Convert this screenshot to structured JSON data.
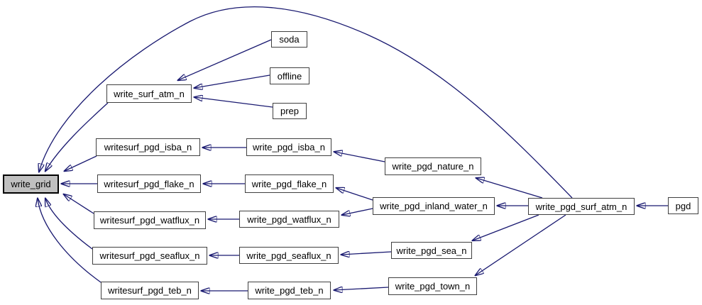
{
  "diagram": {
    "kind": "caller-graph",
    "edge_color": "#191970",
    "node_border_color": "#404040",
    "node_fill": "#ffffff",
    "highlighted_node_fill": "#c0c0c0",
    "nodes": [
      {
        "id": "write_grid",
        "label": "write_grid",
        "highlighted": true
      },
      {
        "id": "write_surf_atm_n",
        "label": "write_surf_atm_n",
        "highlighted": false
      },
      {
        "id": "soda",
        "label": "soda",
        "highlighted": false
      },
      {
        "id": "offline",
        "label": "offline",
        "highlighted": false
      },
      {
        "id": "prep",
        "label": "prep",
        "highlighted": false
      },
      {
        "id": "writesurf_pgd_isba_n",
        "label": "writesurf_pgd_isba_n",
        "highlighted": false
      },
      {
        "id": "write_pgd_isba_n",
        "label": "write_pgd_isba_n",
        "highlighted": false
      },
      {
        "id": "write_pgd_nature_n",
        "label": "write_pgd_nature_n",
        "highlighted": false
      },
      {
        "id": "writesurf_pgd_flake_n",
        "label": "writesurf_pgd_flake_n",
        "highlighted": false
      },
      {
        "id": "write_pgd_flake_n",
        "label": "write_pgd_flake_n",
        "highlighted": false
      },
      {
        "id": "write_pgd_inland_water_n",
        "label": "write_pgd_inland_water_n",
        "highlighted": false
      },
      {
        "id": "write_pgd_surf_atm_n",
        "label": "write_pgd_surf_atm_n",
        "highlighted": false
      },
      {
        "id": "pgd",
        "label": "pgd",
        "highlighted": false
      },
      {
        "id": "writesurf_pgd_watflux_n",
        "label": "writesurf_pgd_watflux_n",
        "highlighted": false
      },
      {
        "id": "write_pgd_watflux_n",
        "label": "write_pgd_watflux_n",
        "highlighted": false
      },
      {
        "id": "write_pgd_sea_n",
        "label": "write_pgd_sea_n",
        "highlighted": false
      },
      {
        "id": "writesurf_pgd_seaflux_n",
        "label": "writesurf_pgd_seaflux_n",
        "highlighted": false
      },
      {
        "id": "write_pgd_seaflux_n",
        "label": "write_pgd_seaflux_n",
        "highlighted": false
      },
      {
        "id": "write_pgd_town_n",
        "label": "write_pgd_town_n",
        "highlighted": false
      },
      {
        "id": "writesurf_pgd_teb_n",
        "label": "writesurf_pgd_teb_n",
        "highlighted": false
      },
      {
        "id": "write_pgd_teb_n",
        "label": "write_pgd_teb_n",
        "highlighted": false
      }
    ],
    "edges": [
      {
        "from": "soda",
        "to": "write_surf_atm_n"
      },
      {
        "from": "offline",
        "to": "write_surf_atm_n"
      },
      {
        "from": "prep",
        "to": "write_surf_atm_n"
      },
      {
        "from": "write_surf_atm_n",
        "to": "write_grid"
      },
      {
        "from": "writesurf_pgd_isba_n",
        "to": "write_grid"
      },
      {
        "from": "writesurf_pgd_flake_n",
        "to": "write_grid"
      },
      {
        "from": "writesurf_pgd_watflux_n",
        "to": "write_grid"
      },
      {
        "from": "writesurf_pgd_seaflux_n",
        "to": "write_grid"
      },
      {
        "from": "writesurf_pgd_teb_n",
        "to": "write_grid"
      },
      {
        "from": "write_pgd_isba_n",
        "to": "writesurf_pgd_isba_n"
      },
      {
        "from": "write_pgd_flake_n",
        "to": "writesurf_pgd_flake_n"
      },
      {
        "from": "write_pgd_watflux_n",
        "to": "writesurf_pgd_watflux_n"
      },
      {
        "from": "write_pgd_seaflux_n",
        "to": "writesurf_pgd_seaflux_n"
      },
      {
        "from": "write_pgd_teb_n",
        "to": "writesurf_pgd_teb_n"
      },
      {
        "from": "write_pgd_nature_n",
        "to": "write_pgd_isba_n"
      },
      {
        "from": "write_pgd_inland_water_n",
        "to": "write_pgd_flake_n"
      },
      {
        "from": "write_pgd_inland_water_n",
        "to": "write_pgd_watflux_n"
      },
      {
        "from": "write_pgd_sea_n",
        "to": "write_pgd_seaflux_n"
      },
      {
        "from": "write_pgd_town_n",
        "to": "write_pgd_teb_n"
      },
      {
        "from": "write_pgd_surf_atm_n",
        "to": "write_pgd_nature_n"
      },
      {
        "from": "write_pgd_surf_atm_n",
        "to": "write_pgd_inland_water_n"
      },
      {
        "from": "write_pgd_surf_atm_n",
        "to": "write_pgd_sea_n"
      },
      {
        "from": "write_pgd_surf_atm_n",
        "to": "write_pgd_town_n"
      },
      {
        "from": "write_pgd_surf_atm_n",
        "to": "write_grid"
      },
      {
        "from": "pgd",
        "to": "write_pgd_surf_atm_n"
      }
    ]
  }
}
